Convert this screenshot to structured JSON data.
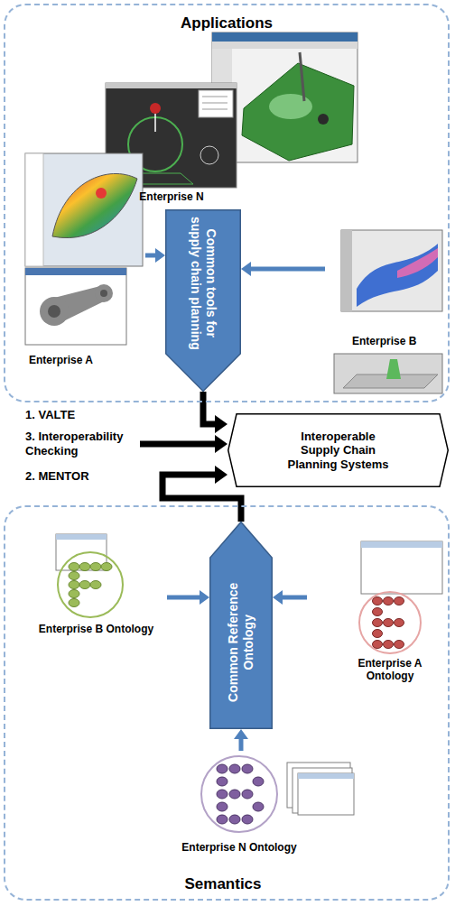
{
  "diagram": {
    "nodes": [
      {
        "text": [
          "Applications"
        ]
      },
      {
        "text": [
          "Enterprise N"
        ],
        "in": 0
      },
      {
        "text": [
          "Enterprise A"
        ],
        "in": 0
      },
      {
        "text": [
          "Enterprise B"
        ],
        "in": 0
      },
      {
        "text": [
          "Common tools for supply chain planning"
        ],
        "in": 0
      },
      {
        "text": [
          "Interoperable Supply Chain Planning Systems"
        ]
      },
      {
        "text": [
          "Semantics"
        ]
      },
      {
        "text": [
          "Enterprise B Ontology"
        ],
        "in": 6
      },
      {
        "text": [
          "Enterprise A Ontology"
        ],
        "in": 6
      },
      {
        "text": [
          "Common Reference Ontology"
        ],
        "in": 6
      },
      {
        "text": [
          "Enterprise N Ontology"
        ],
        "in": 6
      }
    ],
    "edges": [
      {
        "from": 2,
        "to": 4,
        "arrow": "to"
      },
      {
        "from": 3,
        "to": 4,
        "arrow": "to"
      },
      {
        "from": 4,
        "to": 5,
        "label": "1. VALTE",
        "arrow": "to"
      },
      {
        "from": 9,
        "to": 5,
        "label": "2. MENTOR",
        "arrow": "to"
      },
      {
        "from": 7,
        "to": 9,
        "arrow": "to"
      },
      {
        "from": 8,
        "to": 9,
        "arrow": "to"
      },
      {
        "from": 10,
        "to": 9,
        "arrow": "to"
      }
    ],
    "labels": [
      "3. Interoperability Checking"
    ]
  }
}
